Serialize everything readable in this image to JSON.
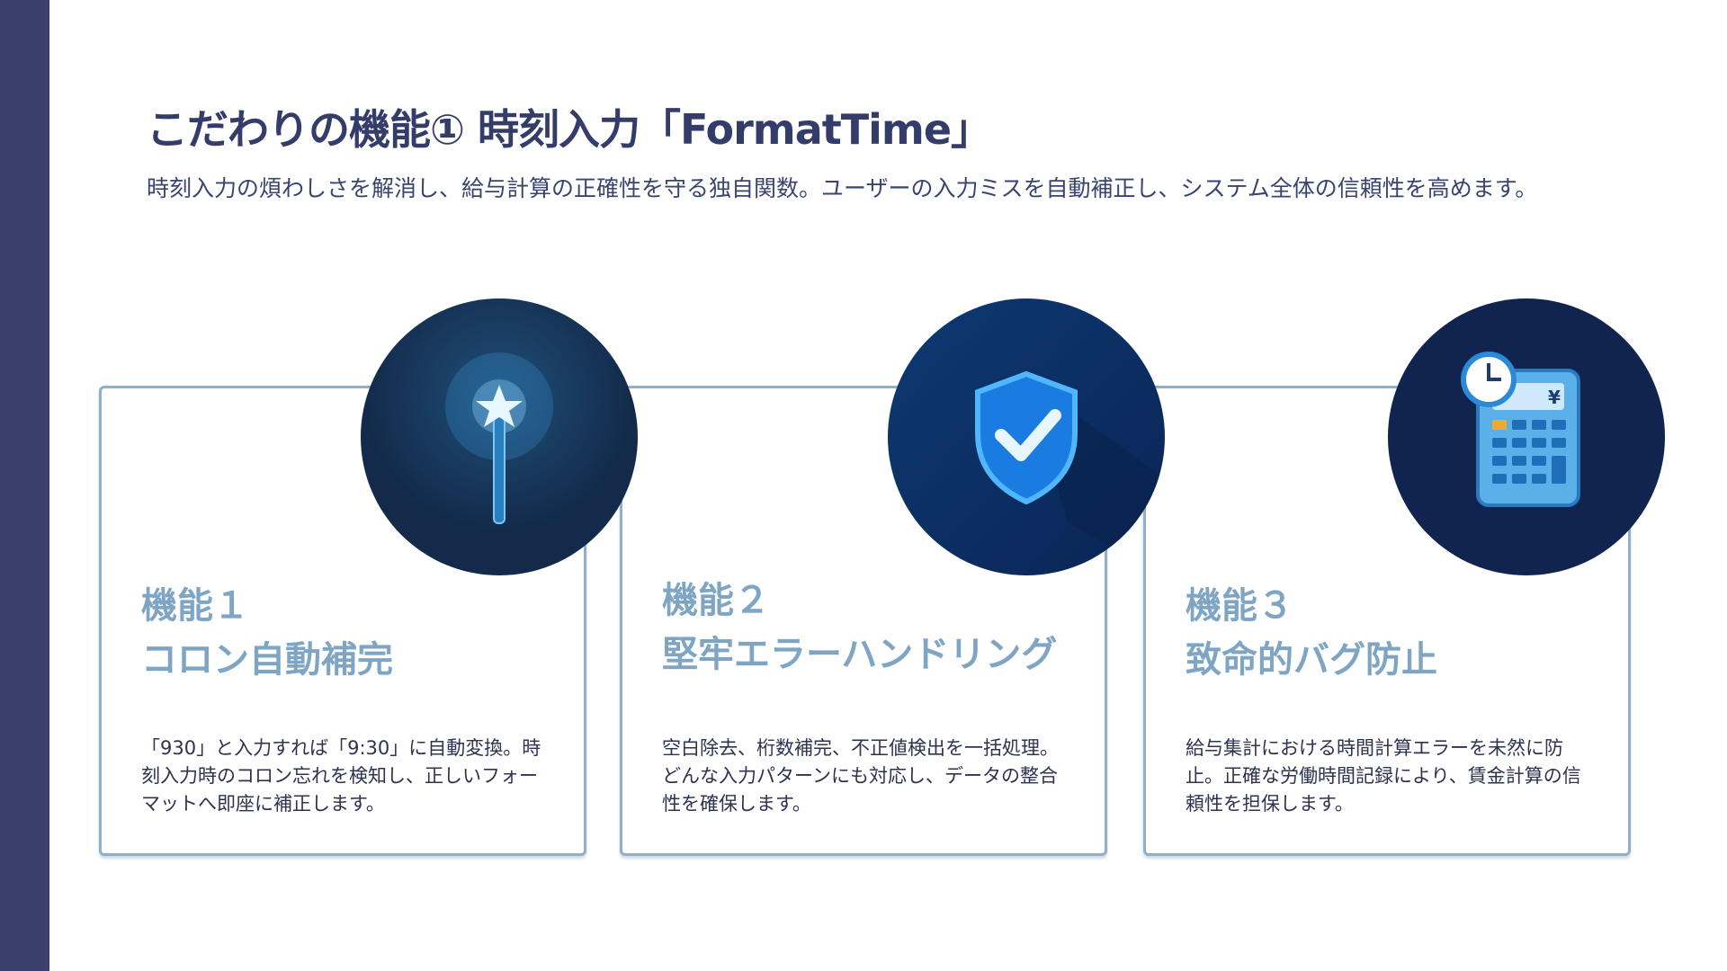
{
  "header": {
    "title": "こだわりの機能① 時刻入力「FormatTime」",
    "subtitle": "時刻入力の煩わしさを解消し、給与計算の正確性を守る独自関数。ユーザーの入力ミスを自動補正し、システム全体の信頼性を高めます。"
  },
  "cards": [
    {
      "label": "機能１",
      "title": "コロン自動補完",
      "body": "「930」と入力すれば「9:30」に自動変換。時刻入力時のコロン忘れを検知し、正しいフォーマットへ即座に補正します。",
      "icon": "magic-wand-icon"
    },
    {
      "label": "機能２",
      "title": "堅牢エラーハンドリング",
      "body": "空白除去、桁数補完、不正値検出を一括処理。どんな入力パターンにも対応し、データの整合性を確保します。",
      "icon": "shield-check-icon"
    },
    {
      "label": "機能３",
      "title": "致命的バグ防止",
      "body": "給与集計における時間計算エラーを未然に防止。正確な労働時間記録により、賃金計算の信頼性を担保します。",
      "icon": "calculator-clock-icon",
      "currency": "¥"
    }
  ]
}
